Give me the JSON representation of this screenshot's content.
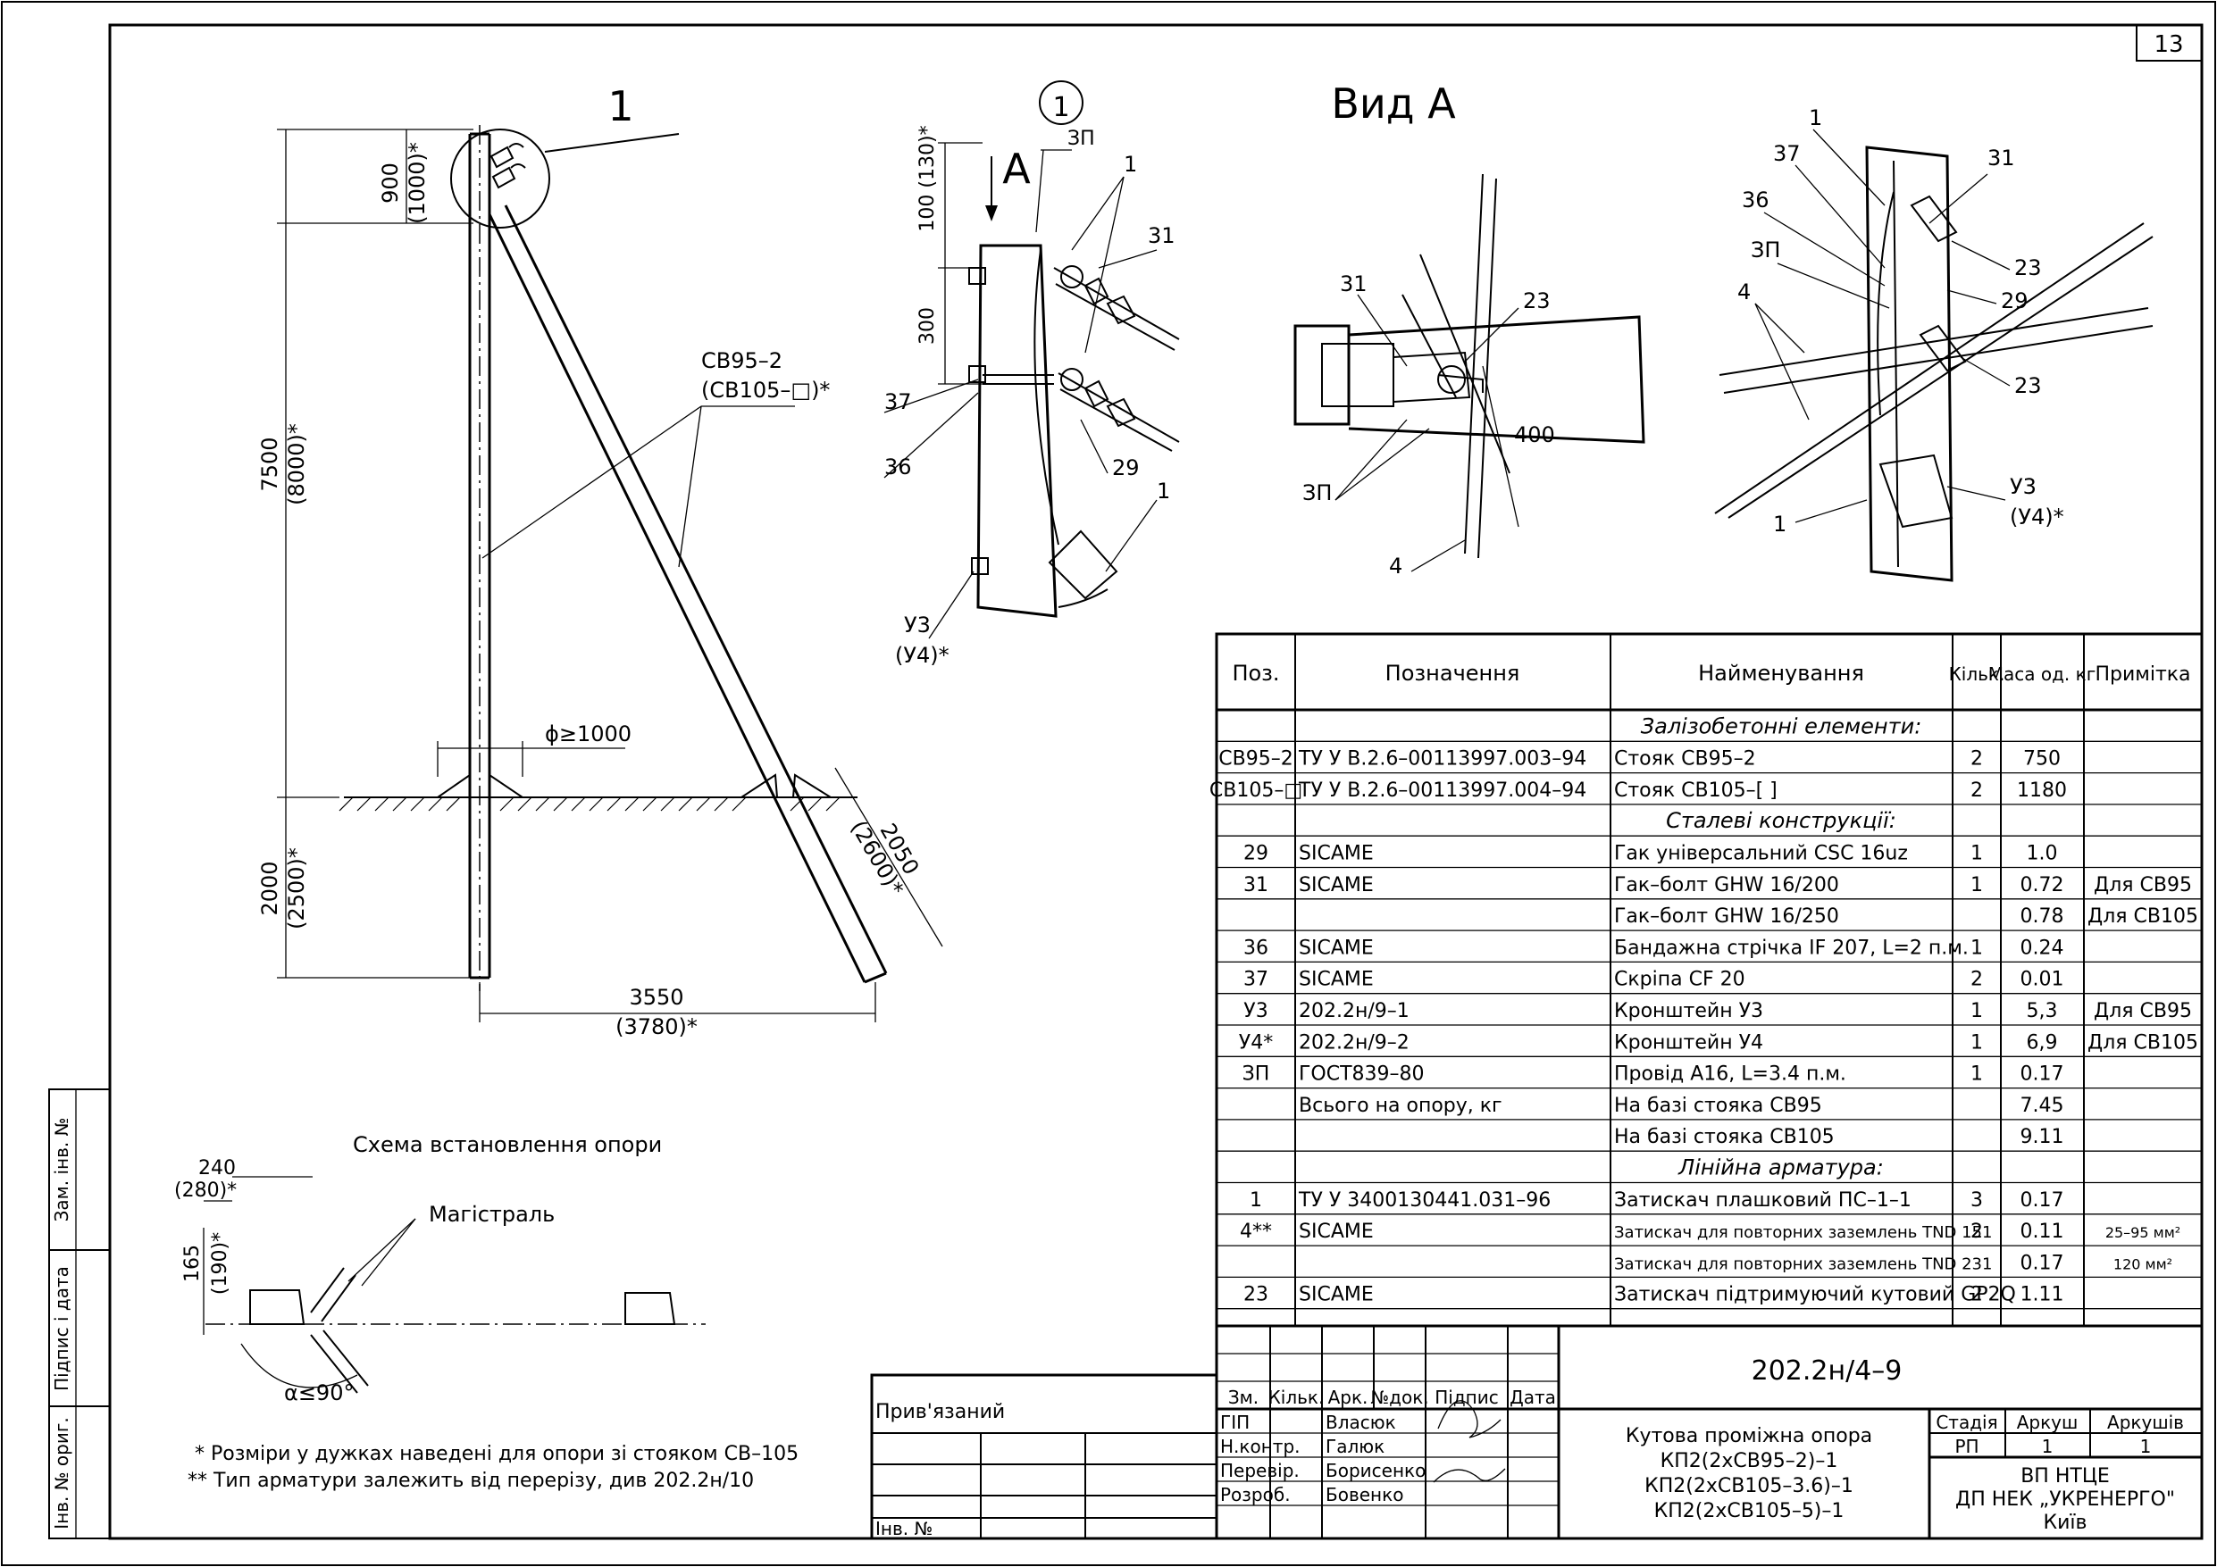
{
  "sheet_number": "13",
  "view_labels": {
    "detail_mark": "1",
    "view_a_title": "Вид А",
    "section_arrow": "А",
    "detail_circle": "1"
  },
  "pole_elevation": {
    "dim_top": "900",
    "dim_top_alt": "(1000)*",
    "dim_height": "7500",
    "dim_height_alt": "(8000)*",
    "dim_ground": "2000",
    "dim_ground_alt": "(2500)*",
    "dim_base": "3550",
    "dim_base_alt": "(3780)*",
    "dim_strut_ground": "2050",
    "dim_strut_ground_alt": "(2600)*",
    "diameter": "ϕ≥1000",
    "pole_label": "СВ95–2",
    "pole_label_alt": "(СВ105–□)*"
  },
  "detail_view": {
    "dim_100": "100 (130)*",
    "dim_300": "300",
    "labels": [
      "ЗП",
      "1",
      "31",
      "37",
      "36",
      "29",
      "1",
      "У3",
      "(У4)*"
    ]
  },
  "view_a": {
    "labels": [
      "31",
      "23",
      "400",
      "ЗП",
      "4"
    ]
  },
  "iso_view": {
    "labels": [
      "1",
      "37",
      "31",
      "36",
      "ЗП",
      "23",
      "4",
      "29",
      "23",
      "У3",
      "(У4)*",
      "1"
    ]
  },
  "scheme": {
    "title": "Схема встановлення опори",
    "dim_240": "240",
    "dim_240_alt": "(280)*",
    "dim_165": "165",
    "dim_165_alt": "(190)*",
    "main_line": "Магістраль",
    "angle": "α≤90°"
  },
  "notes": [
    "* Розміри у дужках наведені для опори зі стояком СВ–105",
    "** Тип арматури залежить від перерізу, див 202.2н/10"
  ],
  "side_stamp": [
    "Зам. інв. №",
    "Підпис і дата",
    "Інв. № ориг."
  ],
  "spec_table": {
    "headers": [
      "Поз.",
      "Позначення",
      "Найменування",
      "Кільк.",
      "Маса од. кг",
      "Примітка"
    ],
    "rows": [
      {
        "type": "section",
        "name": "Залізобетонні елементи:"
      },
      {
        "pos": "СВ95–2",
        "des": "ТУ У В.2.6–00113997.003–94",
        "name": "Стояк СВ95–2",
        "qty": "2",
        "mass": "750",
        "note": ""
      },
      {
        "pos": "СВ105–□",
        "des": "ТУ У В.2.6–00113997.004–94",
        "name": "Стояк СВ105–[        ]",
        "qty": "2",
        "mass": "1180",
        "note": ""
      },
      {
        "type": "section",
        "name": "Сталеві конструкції:"
      },
      {
        "pos": "29",
        "des": "SICAME",
        "name": "Гак універсальний CSC 16uz",
        "qty": "1",
        "mass": "1.0",
        "note": ""
      },
      {
        "pos": "31",
        "des": "SICAME",
        "name": "Гак–болт GHW 16/200",
        "qty": "1",
        "mass": "0.72",
        "note": "Для СВ95"
      },
      {
        "pos": "",
        "des": "",
        "name": "Гак–болт GHW 16/250",
        "qty": "",
        "mass": "0.78",
        "note": "Для СВ105"
      },
      {
        "pos": "36",
        "des": "SICAME",
        "name": "Бандажна стрічка IF 207, L=2 п.м.",
        "qty": "1",
        "mass": "0.24",
        "note": ""
      },
      {
        "pos": "37",
        "des": "SICAME",
        "name": "Скріпа CF 20",
        "qty": "2",
        "mass": "0.01",
        "note": ""
      },
      {
        "pos": "У3",
        "des": "202.2н/9–1",
        "name": "Кронштейн У3",
        "qty": "1",
        "mass": "5,3",
        "note": "Для СВ95"
      },
      {
        "pos": "У4*",
        "des": "202.2н/9–2",
        "name": "Кронштейн У4",
        "qty": "1",
        "mass": "6,9",
        "note": "Для СВ105"
      },
      {
        "pos": "ЗП",
        "des": "ГОСТ839–80",
        "name": "Провід А16, L=3.4 п.м.",
        "qty": "1",
        "mass": "0.17",
        "note": ""
      },
      {
        "pos": "",
        "des": "Всього на опору, кг",
        "name": "На базі стояка СВ95",
        "qty": "",
        "mass": "7.45",
        "note": ""
      },
      {
        "pos": "",
        "des": "",
        "name": "На базі стояка СВ105",
        "qty": "",
        "mass": "9.11",
        "note": ""
      },
      {
        "type": "section",
        "name": "Лінійна арматура:"
      },
      {
        "pos": "1",
        "des": "ТУ У 3400130441.031–96",
        "name": "Затискач плашковий ПС–1–1",
        "qty": "3",
        "mass": "0.17",
        "note": ""
      },
      {
        "pos": "4**",
        "des": "SICAME",
        "name": "Затискач для повторних заземлень TND 151",
        "qty": "2",
        "mass": "0.11",
        "note": "25–95 мм²"
      },
      {
        "pos": "",
        "des": "",
        "name": "Затискач для повторних заземлень TND 231",
        "qty": "",
        "mass": "0.17",
        "note": "120 мм²"
      },
      {
        "pos": "23",
        "des": "SICAME",
        "name": "Затискач підтримуючий кутовий GP2Q",
        "qty": "2",
        "mass": "1.11",
        "note": ""
      }
    ]
  },
  "title_block": {
    "code": "202.2н/4–9",
    "tied": "Прив'язаний",
    "inv": "Інв. №",
    "rev_headers": [
      "Зм.",
      "Кільк.",
      "Арк.",
      "№док.",
      "Підпис",
      "Дата"
    ],
    "roles": [
      "ГІП",
      "Н.контр.",
      "Перевір.",
      "Розроб."
    ],
    "names": [
      "Власюк",
      "Галюк",
      "Борисенко",
      "Бовенко"
    ],
    "title_lines": [
      "Кутова проміжна опора",
      "КП2(2хСВ95–2)–1",
      "КП2(2хСВ105–3.6)–1",
      "КП2(2хСВ105–5)–1"
    ],
    "stage_headers": [
      "Стадія",
      "Аркуш",
      "Аркушів"
    ],
    "stage_values": [
      "РП",
      "1",
      "1"
    ],
    "org_lines": [
      "ВП НТЦЕ",
      "ДП НЕК „УКРЕНЕРГО\"",
      "Київ"
    ]
  }
}
